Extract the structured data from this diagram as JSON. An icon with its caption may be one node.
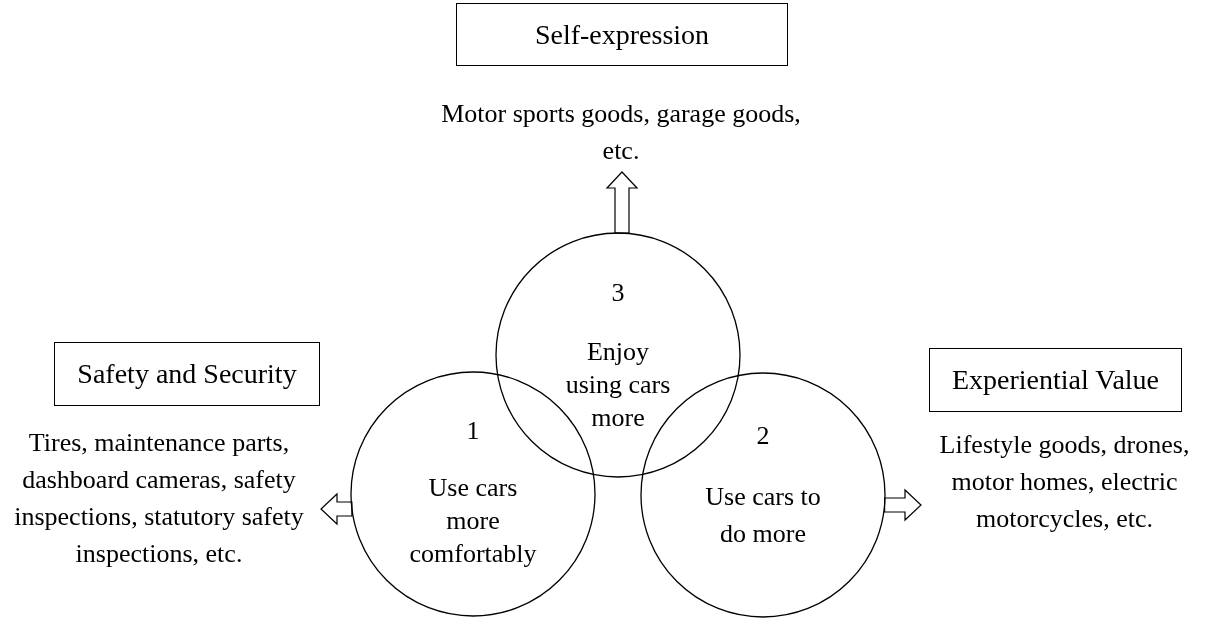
{
  "diagram": {
    "nodes": [
      {
        "text": [
          "Self-expression"
        ]
      },
      {
        "text": [
          "Motor sports goods, garage goods, etc."
        ]
      },
      {
        "text": [
          "Safety and Security"
        ]
      },
      {
        "text": [
          "Tires, maintenance parts, dashboard cameras, safety inspections, statutory safety inspections, etc."
        ]
      },
      {
        "text": [
          "Experiential Value"
        ]
      },
      {
        "text": [
          "Lifestyle goods, drones, motor homes, electric motorcycles, etc."
        ]
      },
      {
        "text": [
          "3",
          "Enjoy using cars more"
        ]
      },
      {
        "text": [
          "1",
          "Use cars more comfortably"
        ]
      },
      {
        "text": [
          "2",
          "Use cars to do more"
        ]
      }
    ],
    "edges": [
      {
        "from": 6,
        "to": 1,
        "arrow": "to"
      },
      {
        "from": 7,
        "to": 3,
        "arrow": "to"
      },
      {
        "from": 8,
        "to": 5,
        "arrow": "to"
      }
    ]
  }
}
